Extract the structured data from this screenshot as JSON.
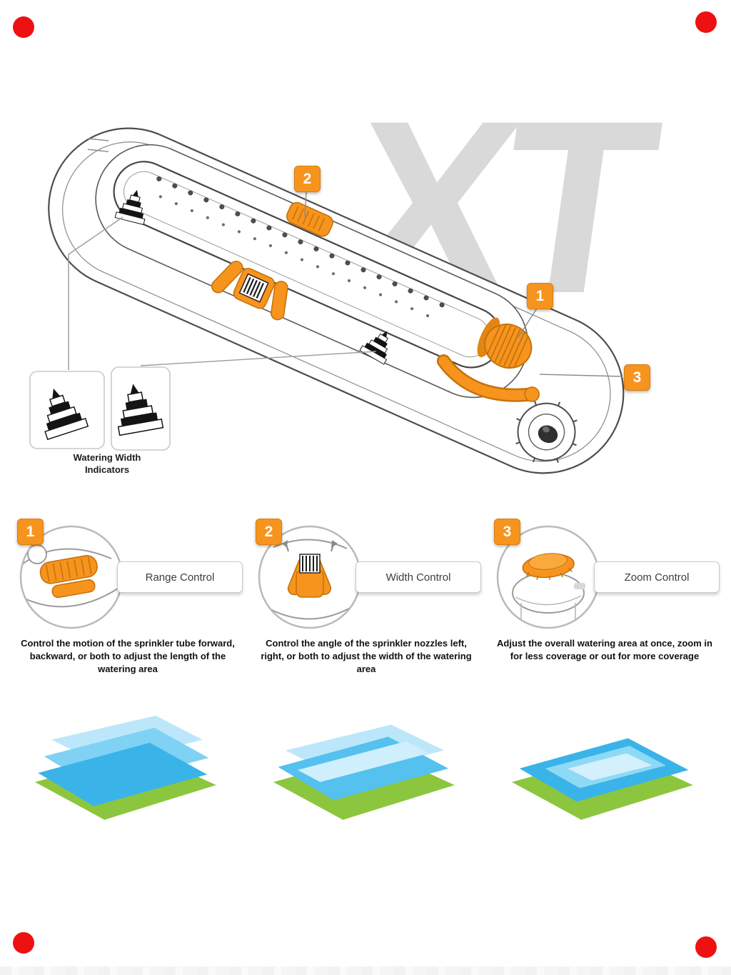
{
  "watermark": {
    "text": "XT",
    "color": "#d9d9d9"
  },
  "colors": {
    "accent_orange": "#F7941E",
    "orange_outline": "#C5730B",
    "red_marker": "#ee1111",
    "line_gray": "#4d4d4d",
    "green": "#8CC63E",
    "blue_medium": "#3AB3E8",
    "blue_light": "#7FD2F4",
    "blue_pale": "#BCE7FA"
  },
  "diagram": {
    "inset_label": "Watering Width\nIndicators",
    "badges": {
      "range": "1",
      "width": "2",
      "zoom": "3"
    }
  },
  "features": [
    {
      "number": "1",
      "title": "Range Control",
      "description": "Control the motion of the sprinkler tube forward, backward, or both to adjust the length of the watering area",
      "pattern": "range"
    },
    {
      "number": "2",
      "title": "Width Control",
      "description": "Control the angle of the sprinkler nozzles left, right, or both to adjust the width of the watering area",
      "pattern": "width"
    },
    {
      "number": "3",
      "title": "Zoom Control",
      "description": "Adjust the overall watering area at once, zoom in for less coverage or out for more coverage",
      "pattern": "zoom"
    }
  ]
}
